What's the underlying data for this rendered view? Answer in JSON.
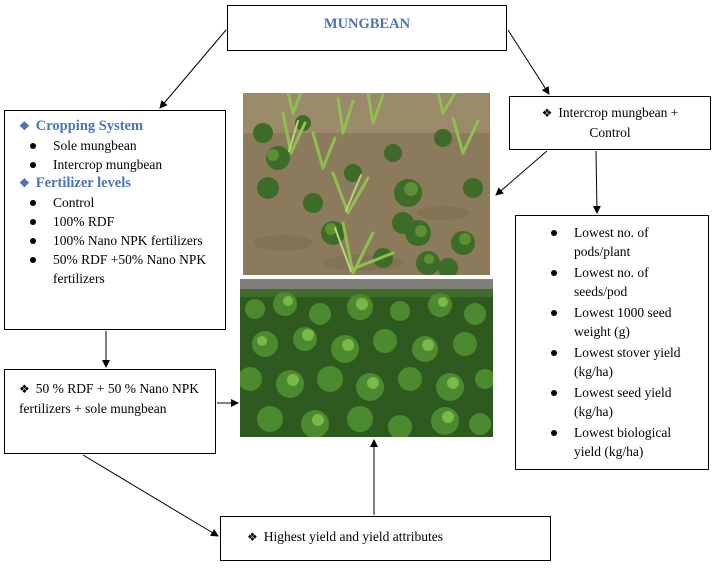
{
  "title": "MUNGBEAN",
  "left_box": {
    "section1_header": "Cropping System",
    "section1_items": [
      "Sole mungbean",
      "Intercrop mungbean"
    ],
    "section2_header": "Fertilizer levels",
    "section2_items": [
      "Control",
      "100% RDF",
      "100% Nano NPK fertilizers",
      "50% RDF +50% Nano NPK fertilizers"
    ]
  },
  "best_treatment": "50 % RDF + 50 % Nano NPK fertilizers + sole mungbean",
  "intercrop_box": "Intercrop mungbean + Control",
  "results": [
    "Lowest no. of pods/plant",
    "Lowest no. of seeds/pod",
    "Lowest 1000 seed weight (g)",
    "Lowest stover yield (kg/ha)",
    "Lowest seed yield (kg/ha)",
    "Lowest biological yield (kg/ha)"
  ],
  "outcome": "Highest yield and yield attributes",
  "colors": {
    "accent": "#4a74b6",
    "foliage_dark": "#2f5a1f",
    "foliage_light": "#6fa83e",
    "soil": "#8a7a5c"
  },
  "icons": {
    "bullet": "diamond-star-icon"
  }
}
